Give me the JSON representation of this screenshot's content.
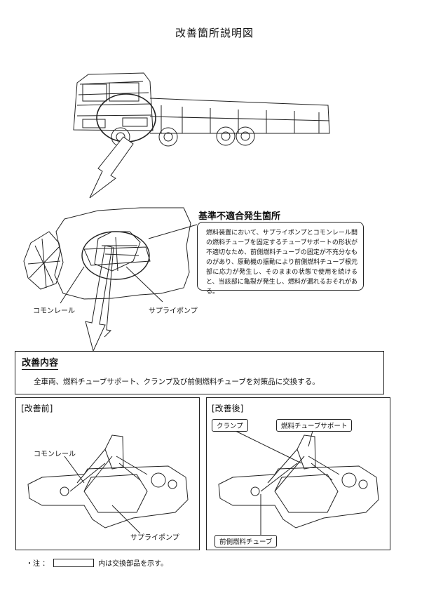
{
  "title": "改善箇所説明図",
  "nonconformity": {
    "heading": "基準不適合発生箇所",
    "description": "燃料装置において、サプライポンプとコモンレール間の燃料チューブを固定するチューブサポートの形状が不適切なため、前側燃料チューブの固定が不充分なものがあり、原動機の振動により前側燃料チューブ根元部に応力が発生し、そのままの状態で使用を続けると、当該部に亀裂が発生し、燃料が漏れるおそれがある。"
  },
  "engine_labels": {
    "common_rail": "コモンレール",
    "supply_pump": "サプライポンプ"
  },
  "improvement": {
    "heading": "改善内容",
    "text": "全車両、燃料チューブサポート、クランプ及び前側燃料チューブを対策品に交換する。"
  },
  "before": {
    "title": "[改善前]",
    "common_rail": "コモンレール",
    "supply_pump": "サプライポンプ"
  },
  "after": {
    "title": "[改善後]",
    "clamp": "クランプ",
    "tube_support": "燃料チューブサポート",
    "front_tube": "前側燃料チューブ"
  },
  "note": {
    "prefix": "・注 ：",
    "suffix": "内は交換部品を示す。"
  }
}
